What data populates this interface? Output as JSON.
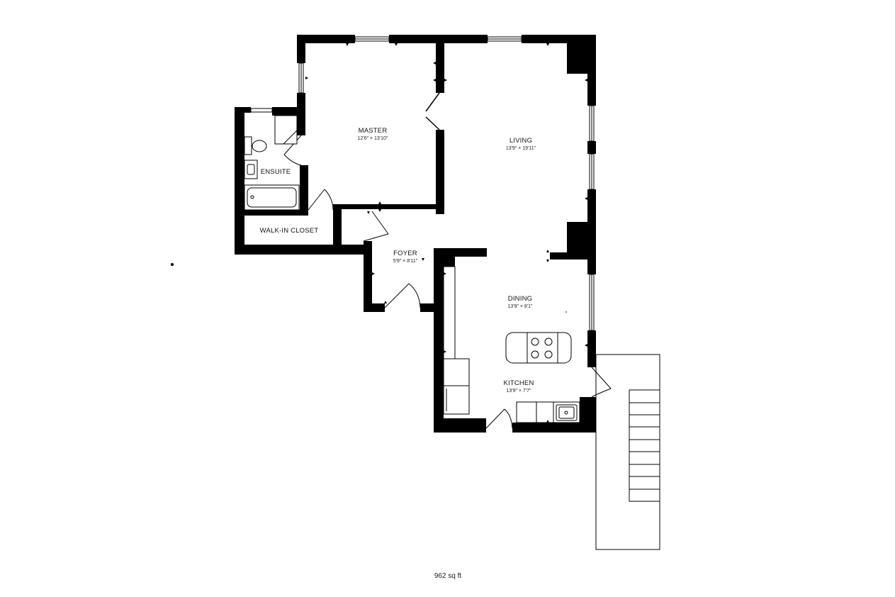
{
  "rooms": {
    "master": {
      "name": "MASTER",
      "dims": "12'6\" × 13'10\""
    },
    "living": {
      "name": "LIVING",
      "dims": "13'9\" × 19'11\""
    },
    "ensuite": {
      "name": "ENSUITE"
    },
    "walkin": {
      "name": "WALK-IN CLOSET"
    },
    "foyer": {
      "name": "FOYER",
      "dims": "5'9\" × 8'11\""
    },
    "dining": {
      "name": "DINING",
      "dims": "13'9\" × 8'1\""
    },
    "kitchen": {
      "name": "KITCHEN",
      "dims": "13'9\" × 7'7\""
    }
  },
  "total_area": "962 sq ft"
}
